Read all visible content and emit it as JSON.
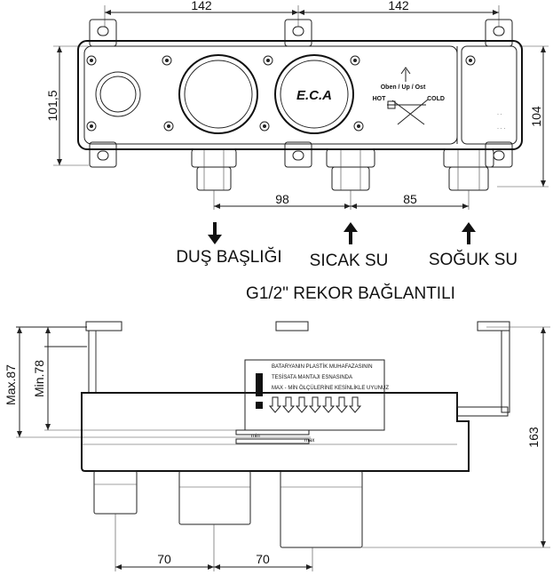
{
  "top_view": {
    "dim_left_width": "142",
    "dim_right_width": "142",
    "dim_height_left": "101,5",
    "dim_height_right": "104",
    "dim_spacing_1": "98",
    "dim_spacing_2": "85",
    "brand": "E.C.A",
    "direction_label": "Oben / Up / Ost",
    "hot_label": "HOT",
    "cold_label": "COLD"
  },
  "outlets": {
    "shower": "DUŞ BAŞLIĞI",
    "hot": "SICAK SU",
    "cold": "SOĞUK SU",
    "connection_note": "G1/2\" REKOR BAĞLANTILI"
  },
  "side_view": {
    "dim_max": "Max.87",
    "dim_min": "Min.78",
    "dim_total": "163",
    "dim_spacing_1": "70",
    "dim_spacing_2": "70",
    "warning_lines": [
      "BATARYANIN PLASTİK MUHAFAZASININ",
      "TESİSATA MANTAJI ESNASINDA",
      "MAX - MİN ÖLÇÜLERİNE KESİNLİKLE UYUNUZ"
    ]
  }
}
